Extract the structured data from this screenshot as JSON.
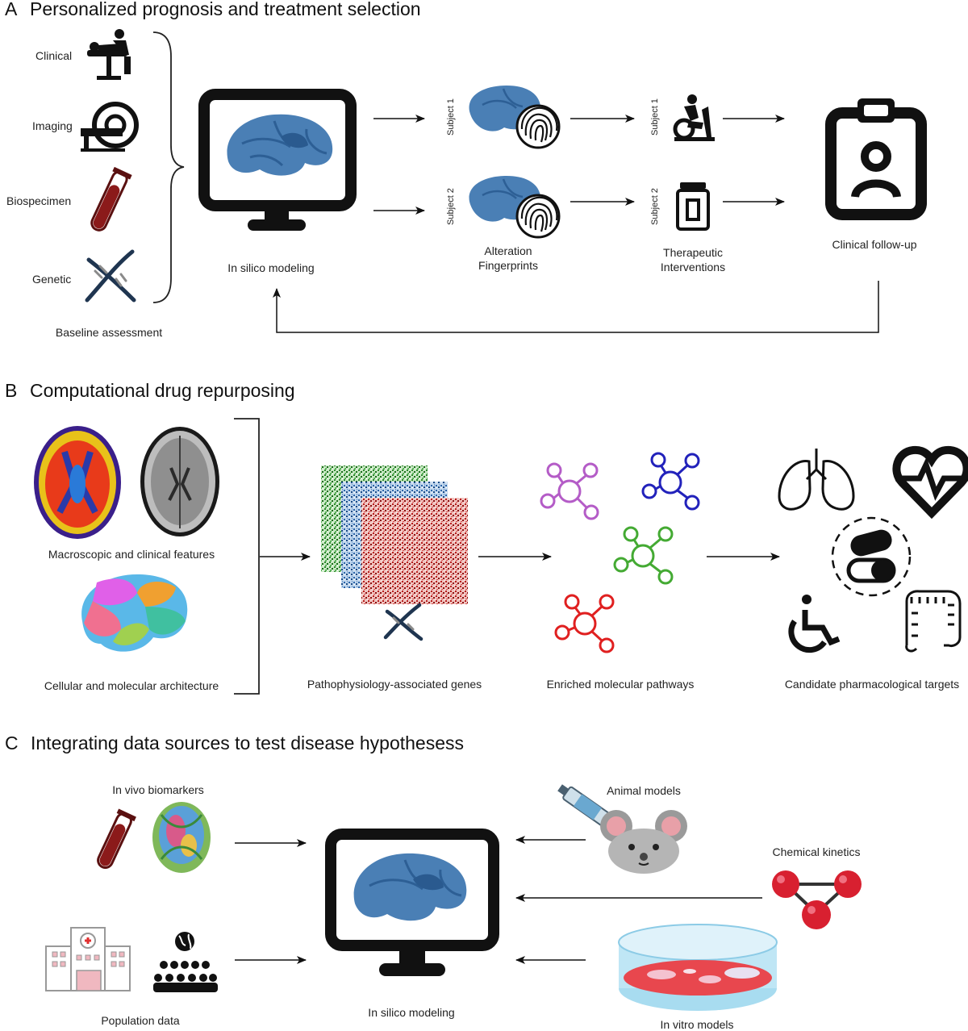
{
  "panel_a": {
    "letter": "A",
    "title": "Personalized prognosis and treatment selection",
    "inputs": [
      "Clinical",
      "Imaging",
      "Biospecimen",
      "Genetic"
    ],
    "baseline": "Baseline assessment",
    "modeling": "In silico modeling",
    "subject1": "Subject 1",
    "subject2": "Subject 2",
    "fingerprints": "Alteration Fingerprints",
    "fingerprints_l1": "Alteration",
    "fingerprints_l2": "Fingerprints",
    "interventions_l1": "Therapeutic",
    "interventions_l2": "Interventions",
    "followup": "Clinical follow-up"
  },
  "panel_b": {
    "letter": "B",
    "title": "Computational drug repurposing",
    "macro": "Macroscopic and clinical features",
    "cellular": "Cellular and molecular architecture",
    "genes": "Pathophysiology-associated genes",
    "pathways": "Enriched molecular pathways",
    "targets": "Candidate pharmacological targets"
  },
  "panel_c": {
    "letter": "C",
    "title": "Integrating data sources to test disease hypothesess",
    "biomarkers": "In vivo biomarkers",
    "population": "Population data",
    "modeling": "In silico modeling",
    "animal": "Animal models",
    "kinetics": "Chemical kinetics",
    "invitro": "In vitro models"
  },
  "colors": {
    "brain_blue": "#4a7fb5",
    "monitor": "#111111",
    "pathway_purple": "#b45cc7",
    "pathway_blue": "#2222bb",
    "pathway_green": "#44aa33",
    "pathway_red": "#e02020",
    "tube_red": "#8b1a1a"
  }
}
